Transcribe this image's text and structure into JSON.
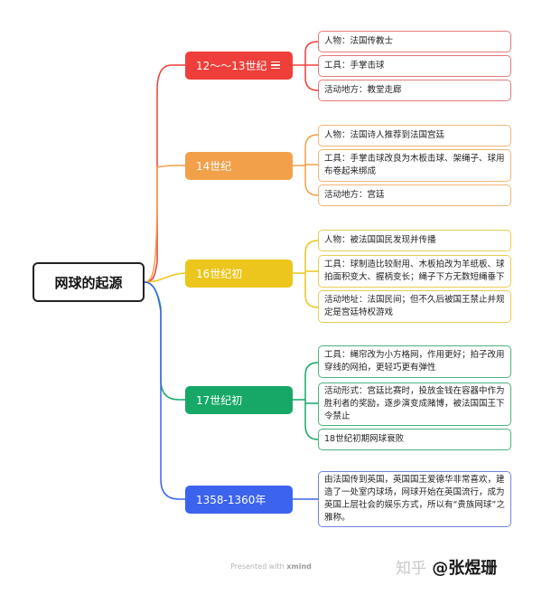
{
  "root": {
    "label": "网球的起源"
  },
  "colors": {
    "red": "#ee3f3a",
    "orange": "#f3a04b",
    "yellow": "#ecc61d",
    "green": "#17a867",
    "blue": "#3c63ee",
    "red_leaf": "#e67a7a",
    "orange_leaf": "#efb677",
    "yellow_leaf": "#e7cc52",
    "green_leaf": "#4cb37c",
    "blue_leaf": "#6e84df"
  },
  "branches": [
    {
      "label": "12～～13世纪",
      "color": "#ee3f3a",
      "icon": "menu-icon",
      "leaves": [
        "人物：法国传教士",
        "工具：手掌击球",
        "活动地方：教堂走廊"
      ]
    },
    {
      "label": "14世纪",
      "color": "#f3a04b",
      "leaves": [
        "人物：法国诗人推荐到法国宫廷",
        "工具：手掌击球改良为木板击球、架绳子、球用布卷起来绑成",
        "活动地方：宫廷"
      ]
    },
    {
      "label": "16世纪初",
      "color": "#ecc61d",
      "leaves": [
        "人物：被法国国民发现并传播",
        "工具：球制造比较耐用、木板拍改为羊纸板、球拍面积变大、握柄变长；绳子下方无数短绳垂下",
        "活动地址：法国民间；但不久后被国王禁止并规定是宫廷特权游戏"
      ]
    },
    {
      "label": "17世纪初",
      "color": "#17a867",
      "leaves": [
        "工具：绳帘改为小方格网，作用更好；拍子改用穿线的网拍，更轻巧更有弹性",
        "活动形式：宫廷比赛时，投放金钱在容器中作为胜利者的奖励，逐步演变成赌博，被法国国王下令禁止",
        "18世纪初期网球衰败"
      ]
    },
    {
      "label": "1358-1360年",
      "color": "#3c63ee",
      "leaves": [
        "由法国传到英国，英国国王爱德华非常喜欢，建造了一处室内球场，网球开始在英国流行，成为英国上层社会的娱乐方式，所以有“贵族网球”之雅称。"
      ]
    }
  ],
  "footer": {
    "prefix": "Presented with",
    "brand": "xmind"
  },
  "watermark": {
    "text": "@张煜珊",
    "zh": "知乎"
  }
}
